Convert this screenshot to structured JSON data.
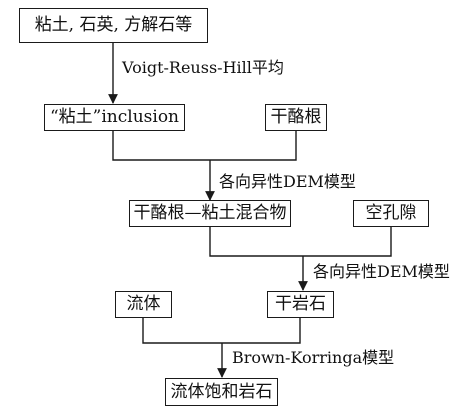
{
  "diagram": {
    "nodes": {
      "minerals": "粘土, 石英, 方解石等",
      "clay_inclusion": "“粘土”inclusion",
      "kerogen": "干酪根",
      "kerogen_clay_mix": "干酪根—粘土混合物",
      "pores": "空孔隙",
      "fluid": "流体",
      "dry_rock": "干岩石",
      "saturated_rock": "流体饱和岩石"
    },
    "edges": {
      "vrh": "Voigt-Reuss-Hill平均",
      "dem1": "各向异性DEM模型",
      "dem2": "各向异性DEM模型",
      "bk": "Brown-Korringa模型"
    }
  }
}
